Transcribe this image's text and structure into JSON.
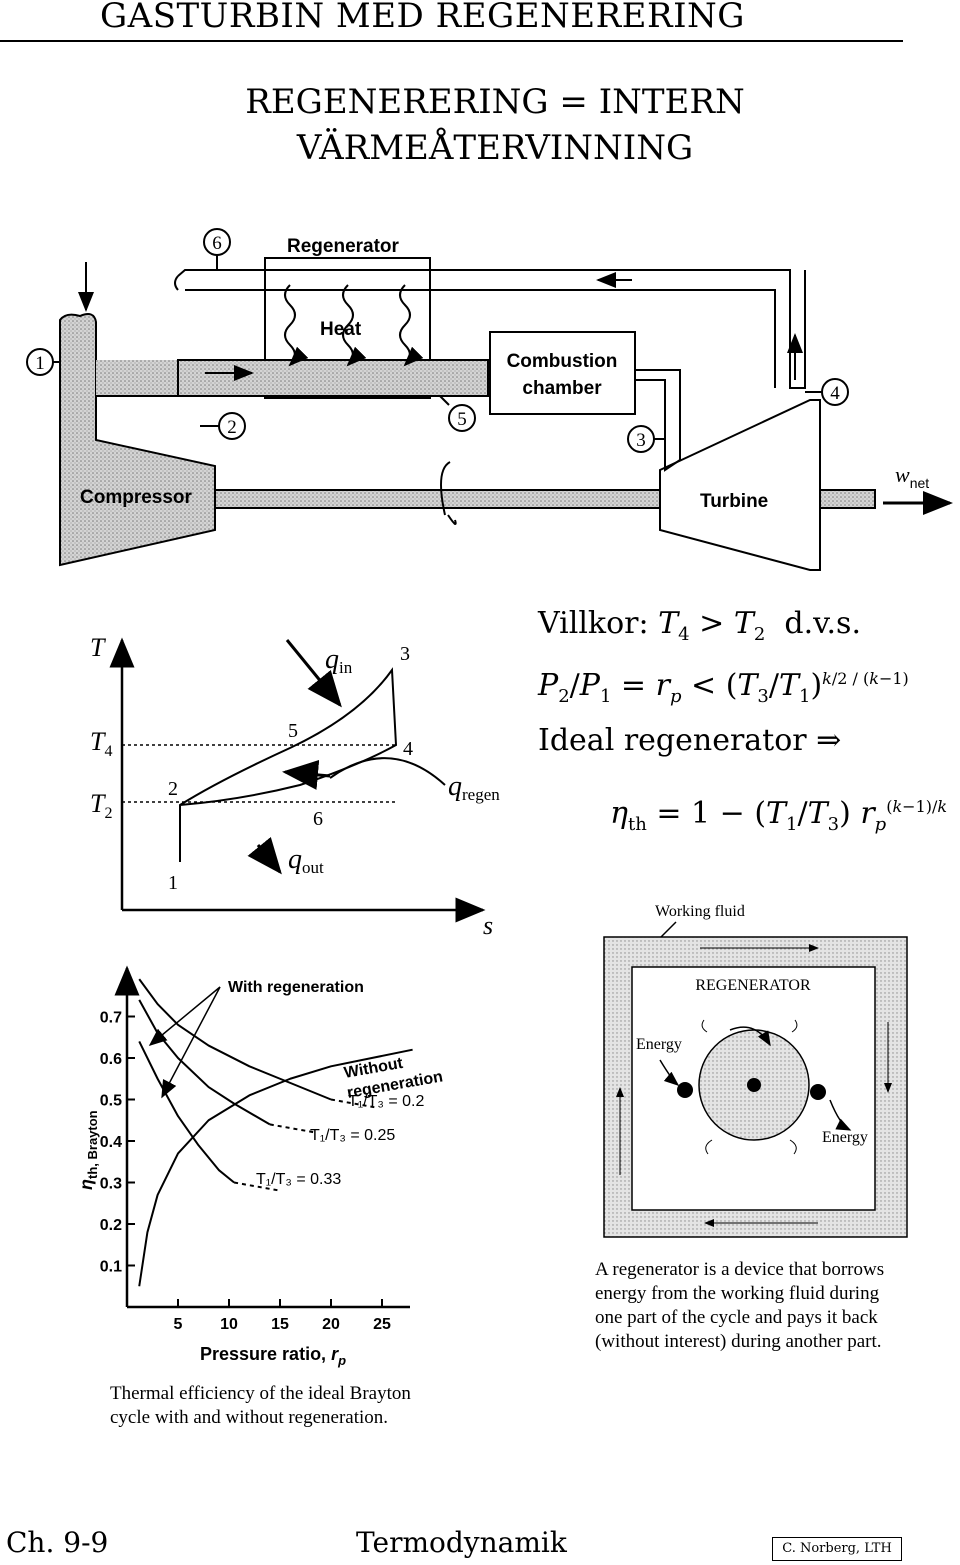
{
  "header": {
    "title": "GASTURBIN MED REGENERERING"
  },
  "main_title": {
    "line1": "REGENERERING = INTERN",
    "line2": "VÄRMEÅTERVINNING"
  },
  "schematic": {
    "regenerator_label": "Regenerator",
    "heat_label": "Heat",
    "combustion_line1": "Combustion",
    "combustion_line2": "chamber",
    "compressor_label": "Compressor",
    "turbine_label": "Turbine",
    "wnet_symbol": "w",
    "wnet_sub": "net",
    "state_numbers": [
      "1",
      "2",
      "3",
      "4",
      "5",
      "6"
    ]
  },
  "ts_diagram": {
    "y_axis": "T",
    "x_axis": "s",
    "t4": "T",
    "t4_sub": "4",
    "t2": "T",
    "t2_sub": "2",
    "qin": "q",
    "qin_sub": "in",
    "qout": "q",
    "qout_sub": "out",
    "qregen": "q",
    "qregen_sub": "regen",
    "points": [
      "1",
      "2",
      "3",
      "4",
      "5",
      "6"
    ]
  },
  "conditions": {
    "line1_a": "Villkor: ",
    "line1_b": "d.v.s.",
    "line3": "Ideal regenerator ⇒"
  },
  "regenerator_box": {
    "working_fluid": "Working fluid",
    "title": "REGENERATOR",
    "energy_in": "Energy",
    "energy_out": "Energy"
  },
  "regen_description": [
    "A regenerator is a device that borrows",
    "energy from the working fluid during",
    "one part of the cycle and pays it back",
    "(without interest) during another part."
  ],
  "chart_data": {
    "type": "line",
    "title": "",
    "xlabel": "Pressure ratio, r_p",
    "ylabel": "η_th, Brayton",
    "xlim": [
      0,
      28
    ],
    "ylim": [
      0,
      0.75
    ],
    "x_ticks": [
      "5",
      "10",
      "15",
      "20",
      "25"
    ],
    "y_ticks": [
      "0.1",
      "0.2",
      "0.3",
      "0.4",
      "0.5",
      "0.6",
      "0.7"
    ],
    "annotations": [
      "With regeneration",
      "Without regeneration",
      "T₁/T₃ = 0.2",
      "T₁/T₃ = 0.25",
      "T₁/T₃ = 0.33"
    ],
    "series": [
      {
        "name": "Without regeneration",
        "x": [
          1.2,
          2,
          3,
          5,
          8,
          12,
          16,
          20,
          24,
          28
        ],
        "y": [
          0.05,
          0.18,
          0.27,
          0.37,
          0.45,
          0.51,
          0.55,
          0.58,
          0.6,
          0.62
        ]
      },
      {
        "name": "T₁/T₃ = 0.2",
        "x": [
          1.2,
          3,
          5,
          8,
          12,
          15,
          20
        ],
        "y": [
          0.79,
          0.73,
          0.68,
          0.63,
          0.58,
          0.55,
          0.5
        ]
      },
      {
        "name": "T₁/T₃ = 0.25",
        "x": [
          1.2,
          3,
          5,
          8,
          10.5,
          14
        ],
        "y": [
          0.74,
          0.66,
          0.6,
          0.53,
          0.49,
          0.44
        ]
      },
      {
        "name": "T₁/T₃ = 0.33",
        "x": [
          1.2,
          3,
          5,
          7,
          9,
          10.5
        ],
        "y": [
          0.64,
          0.55,
          0.46,
          0.39,
          0.33,
          0.3
        ]
      }
    ]
  },
  "caption": [
    "Thermal efficiency of the ideal Brayton",
    "cycle with and without regeneration."
  ],
  "footer": {
    "chapter": "Ch. 9-9",
    "subject": "Termodynamik",
    "author": "C. Norberg, LTH"
  }
}
